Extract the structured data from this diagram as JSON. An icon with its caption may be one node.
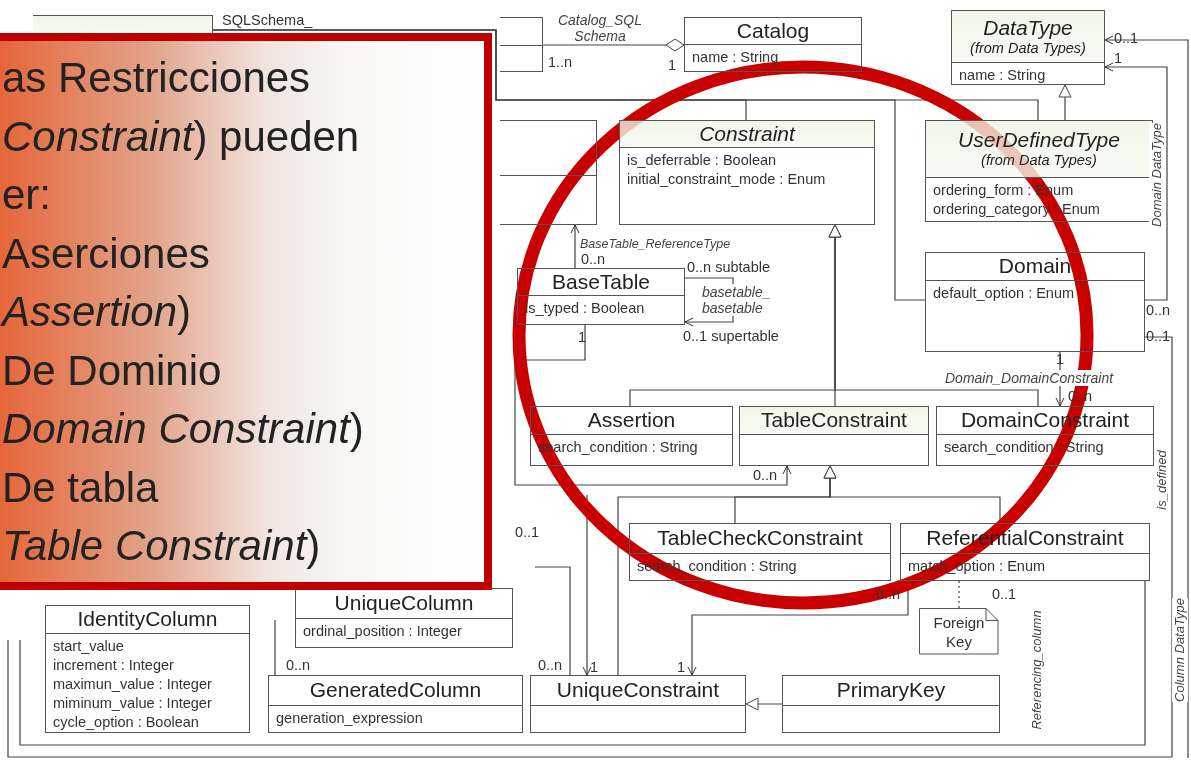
{
  "diagram": {
    "nodes": [
      {
        "text": [
          "as Restricciones",
          "*Constraint*) pueden",
          "er:",
          "Aserciones",
          "*Assertion*)",
          "De Dominio",
          "*Domain Constraint*)",
          "De tabla",
          "*Table Constraint*)"
        ]
      },
      {
        "text": [],
        "shape": "box"
      },
      {
        "text": [],
        "shape": "box"
      },
      {
        "text": [
          "Catalog",
          "name : String"
        ]
      },
      {
        "text": [
          "DataType",
          "(from Data Types)",
          "name : String"
        ]
      },
      {
        "text": [],
        "shape": "box"
      },
      {
        "text": [
          "Constraint",
          "is_deferrable : Boolean",
          "initial_constraint_mode :  Enum"
        ]
      },
      {
        "text": [
          "UserDefinedType",
          "(from Data Types)",
          "ordering_form : Enum",
          "ordering_category : Enum"
        ]
      },
      {
        "text": [
          "BaseTable",
          "is_typed : Boolean"
        ]
      },
      {
        "text": [
          "Domain",
          "default_option :  Enum"
        ]
      },
      {
        "text": [
          "Assertion",
          "search_condition :  String"
        ]
      },
      {
        "text": [
          "TableConstraint"
        ]
      },
      {
        "text": [
          "DomainConstraint",
          "search_condition : String"
        ]
      },
      {
        "text": [
          "TableCheckConstraint",
          "search_condition :  String"
        ]
      },
      {
        "text": [
          "ReferentialConstraint",
          "match_option :  Enum"
        ]
      },
      {
        "text": [
          "Foreign Key"
        ]
      },
      {
        "text": [
          "UniqueConstraint"
        ]
      },
      {
        "text": [
          "PrimaryKey"
        ]
      },
      {
        "text": [
          "IdentityColumn",
          "start_value",
          "increment  : Integer",
          "maximun_value :   Integer",
          "miminum_value :   Integer",
          "cycle_option :  Boolean"
        ]
      },
      {
        "text": [
          "UniqueColumn",
          "ordinal_position : Integer"
        ]
      },
      {
        "text": [
          "GeneratedColumn",
          "generation_expression"
        ]
      }
    ],
    "edges": [
      {
        "from": 2,
        "to": 3,
        "arrow": "other",
        "label": "Catalog_SQL Schema"
      },
      {
        "from": 6,
        "to": 1,
        "arrow": "none"
      },
      {
        "from": 7,
        "to": 1,
        "arrow": "none"
      },
      {
        "from": 9,
        "to": 1,
        "arrow": "none"
      },
      {
        "from": 7,
        "to": 4,
        "arrow": "to"
      },
      {
        "from": 9,
        "to": 4,
        "arrow": "to",
        "label": "Domain DataType"
      },
      {
        "from": null,
        "to": 4,
        "arrow": "to",
        "label": "Column DataType"
      },
      {
        "from": 9,
        "to": null,
        "arrow": "none",
        "label": "is_defined"
      },
      {
        "from": 8,
        "to": 5,
        "arrow": "to",
        "label": "BaseTable_ReferenceType"
      },
      {
        "from": 8,
        "to": 8,
        "arrow": "to",
        "label": "basetable_ basetable"
      },
      {
        "from": 10,
        "to": 6,
        "arrow": "to"
      },
      {
        "from": 11,
        "to": 6,
        "arrow": "to"
      },
      {
        "from": 12,
        "to": 6,
        "arrow": "to"
      },
      {
        "from": 9,
        "to": 12,
        "arrow": "to",
        "label": "Domain_DomainConstraint"
      },
      {
        "from": 8,
        "to": 11,
        "arrow": "to"
      },
      {
        "from": 13,
        "to": 11,
        "arrow": "to"
      },
      {
        "from": 14,
        "to": 11,
        "arrow": "to"
      },
      {
        "from": 16,
        "to": 11,
        "arrow": "to"
      },
      {
        "from": 15,
        "to": 14,
        "arrow": "none",
        "style": "dashed"
      },
      {
        "from": 14,
        "to": 16,
        "arrow": "to"
      },
      {
        "from": 14,
        "to": null,
        "arrow": "none",
        "label": "Referencing_column"
      },
      {
        "from": 17,
        "to": 16,
        "arrow": "to"
      },
      {
        "from": null,
        "to": 16,
        "arrow": "to"
      },
      {
        "from": null,
        "to": 16,
        "arrow": "none"
      },
      {
        "from": 20,
        "to": null,
        "arrow": "none"
      }
    ],
    "labels": [
      "SQLSchema_",
      "0..1",
      "1..n",
      "1",
      "1",
      "0..n",
      "0..n  subtable",
      "0..n",
      "1",
      "0..1 supertable",
      "0..1",
      "1",
      "0..n",
      "0..n",
      "0..1",
      "0..n",
      "0..1",
      "0..n",
      "0..n",
      "1",
      "1"
    ]
  }
}
